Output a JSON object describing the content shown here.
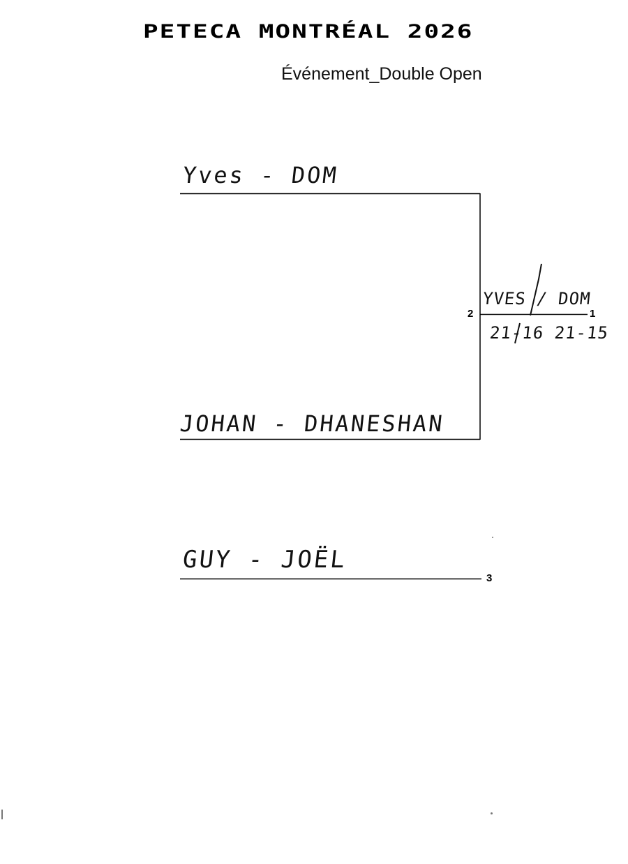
{
  "header": {
    "title": "PETECA MONTRÉAL 2026",
    "subtitle": "Événement_Double Open"
  },
  "bracket": {
    "entries": [
      {
        "team": "Yves - DOM"
      },
      {
        "team": "JOHAN - DHANESHAN"
      },
      {
        "team": "GUY - JOËL"
      }
    ],
    "seeds": {
      "final_top": "2",
      "winner": "1",
      "third": "3"
    },
    "result": {
      "winner": "YVES / DOM",
      "score": "21-16 21-15"
    }
  }
}
